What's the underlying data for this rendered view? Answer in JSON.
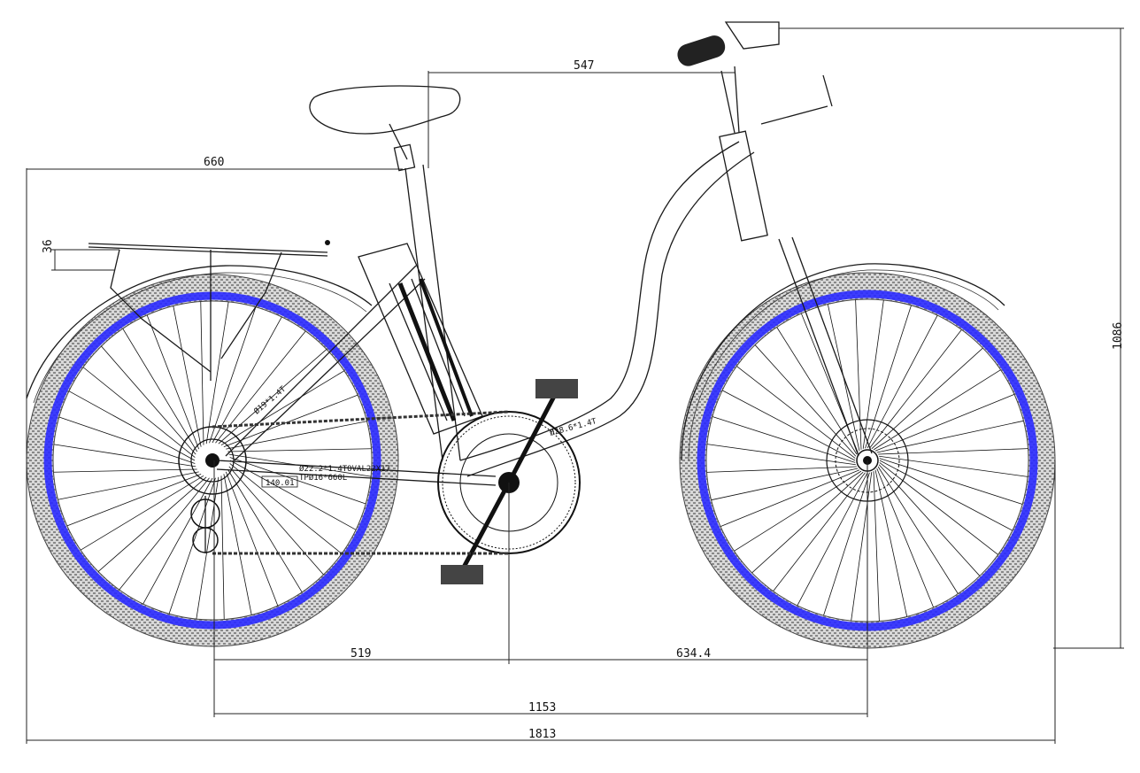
{
  "dimensions": {
    "top_tube_reach": "547",
    "saddle_to_rear": "660",
    "rack_height": "36",
    "total_height": "1086",
    "rear_to_crank": "519",
    "crank_to_front": "634.4",
    "wheelbase": "1153",
    "total_length": "1813"
  },
  "labels": {
    "frame_tube": "Ø28.6*1.4T",
    "chainstay": "Ø22.2*1.4TOVAL22X17",
    "chainstay_2": "TPØ16*660L",
    "stay_box": "140.01",
    "seat_stay": "Ø19*1.4T"
  },
  "colors": {
    "rim": "#2a2aff",
    "line": "#1a1a1a",
    "background": "#ffffff"
  }
}
